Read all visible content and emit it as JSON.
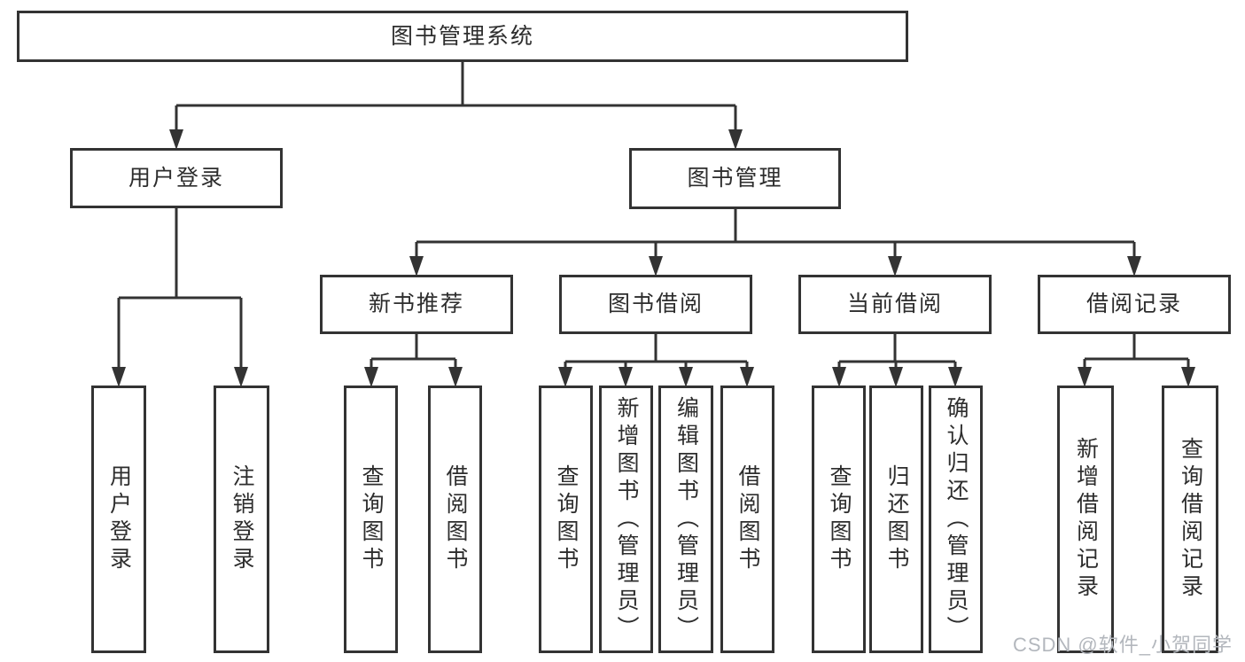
{
  "diagram": {
    "root": {
      "label": "图书管理系统"
    },
    "level2": [
      {
        "label": "用户登录"
      },
      {
        "label": "图书管理"
      }
    ],
    "level3": [
      {
        "label": "新书推荐"
      },
      {
        "label": "图书借阅"
      },
      {
        "label": "当前借阅"
      },
      {
        "label": "借阅记录"
      }
    ],
    "leaves": [
      {
        "label": "用户登录"
      },
      {
        "label": "注销登录"
      },
      {
        "label": "查询图书"
      },
      {
        "label": "借阅图书"
      },
      {
        "label": "查询图书"
      },
      {
        "label": "新增图书（管理员）"
      },
      {
        "label": "编辑图书（管理员）"
      },
      {
        "label": "借阅图书"
      },
      {
        "label": "查询图书"
      },
      {
        "label": "归还图书"
      },
      {
        "label": "确认归还（管理员）"
      },
      {
        "label": "新增借阅记录"
      },
      {
        "label": "查询借阅记录"
      }
    ],
    "colors": {
      "line": "#333333",
      "text": "#2d2d2d",
      "background": "#ffffff",
      "watermark": "#b3b7bd"
    },
    "watermark": "CSDN @软件_小贺同学"
  }
}
